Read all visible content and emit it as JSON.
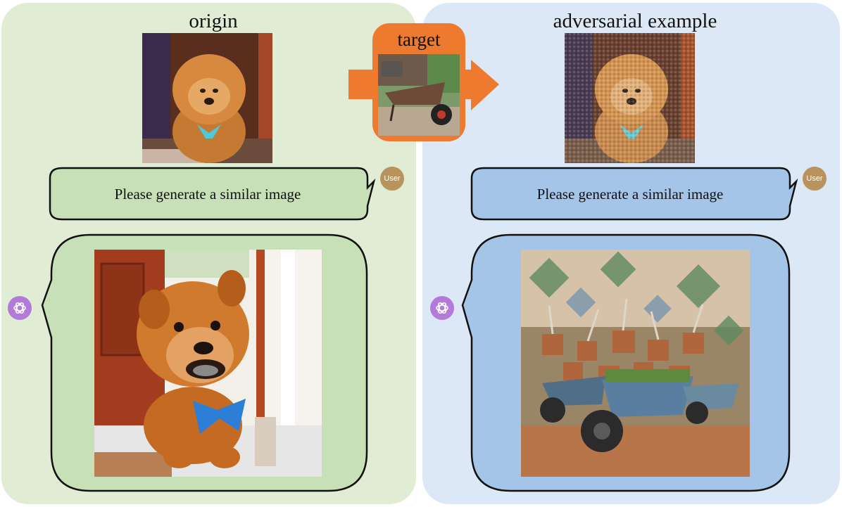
{
  "left_panel": {
    "title": "origin",
    "user_prompt": "Please generate a similar image",
    "user_avatar_label": "User"
  },
  "right_panel": {
    "title": "adversarial example",
    "user_prompt": "Please generate a similar image",
    "user_avatar_label": "User"
  },
  "target": {
    "label": "target"
  },
  "colors": {
    "left_panel_bg": "#e1ecd5",
    "right_panel_bg": "#dce8f5",
    "left_bubble": "#c8e0b8",
    "right_bubble": "#a4c4e8",
    "target_accent": "#ee7a2f",
    "user_avatar": "#b8935c",
    "ai_icon": "#b37ad9"
  }
}
